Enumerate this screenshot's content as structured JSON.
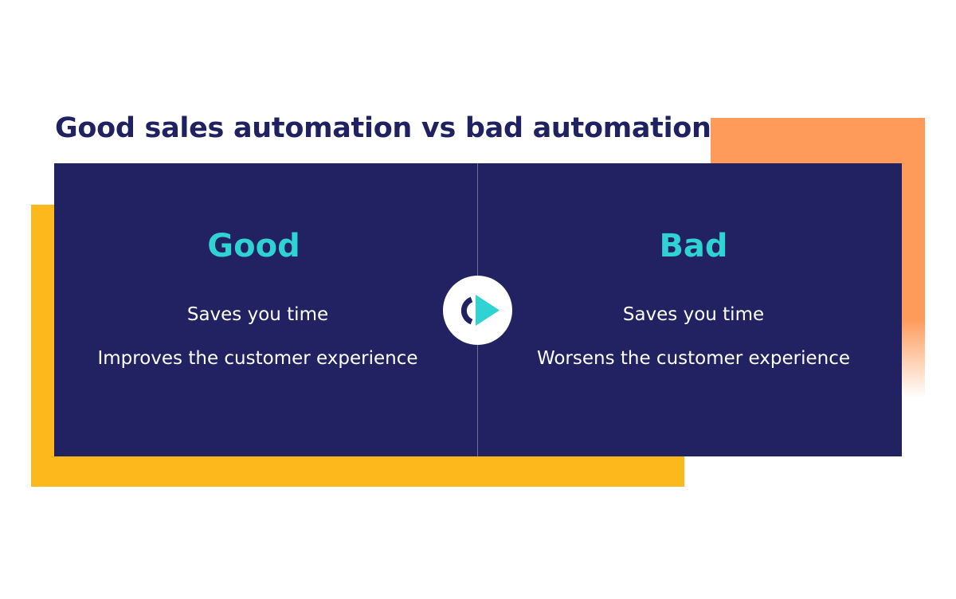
{
  "title": "Good sales automation vs bad automation",
  "colors": {
    "navy": "#222262",
    "teal": "#2fd3d3",
    "orange": "#fe9b5b",
    "yellow": "#fdb91b",
    "title": "#1f2160"
  },
  "good": {
    "heading": "Good",
    "items": [
      "Saves you time",
      "Improves the customer experience"
    ]
  },
  "bad": {
    "heading": "Bad",
    "items": [
      "Saves you time",
      "Worsens the customer experience"
    ]
  },
  "logo": {
    "icon": "play-logo-icon"
  }
}
